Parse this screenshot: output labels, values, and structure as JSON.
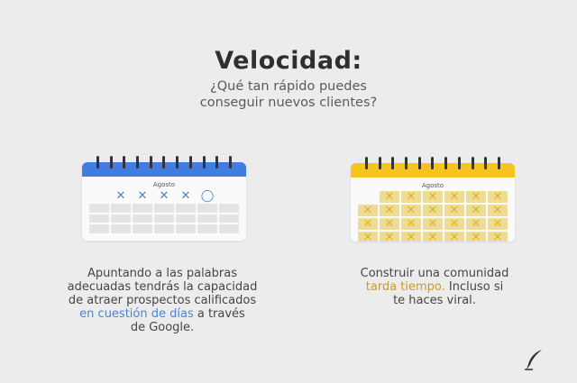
{
  "header": {
    "title": "Velocidad:",
    "subtitle_line1": "¿Qué tan rápido puedes",
    "subtitle_line2": "conseguir nuevos clientes?"
  },
  "left_card": {
    "month": "Agosto",
    "header_color": "#3f7ee0",
    "mark_color": "#4a82d8",
    "marks_row1": [
      "✕",
      "✕",
      "✕",
      "✕",
      "◯"
    ]
  },
  "right_card": {
    "month": "Agosto",
    "header_color": "#f5c41d",
    "mark_color": "#e2b41c",
    "mark": "✕"
  },
  "left_text": {
    "line1": "Apuntando a las palabras",
    "line2": "adecuadas tendrás la capacidad",
    "line3": "de atraer prospectos calificados",
    "line4_highlight": "en cuestión de días",
    "line4_rest": " a través",
    "line5": "de Google."
  },
  "right_text": {
    "line1": "Construir una comunidad",
    "line2_highlight": "tarda tiempo.",
    "line2_rest": " Incluso si",
    "line3": "te haces viral."
  },
  "logo_icon": "quill-pen-icon"
}
